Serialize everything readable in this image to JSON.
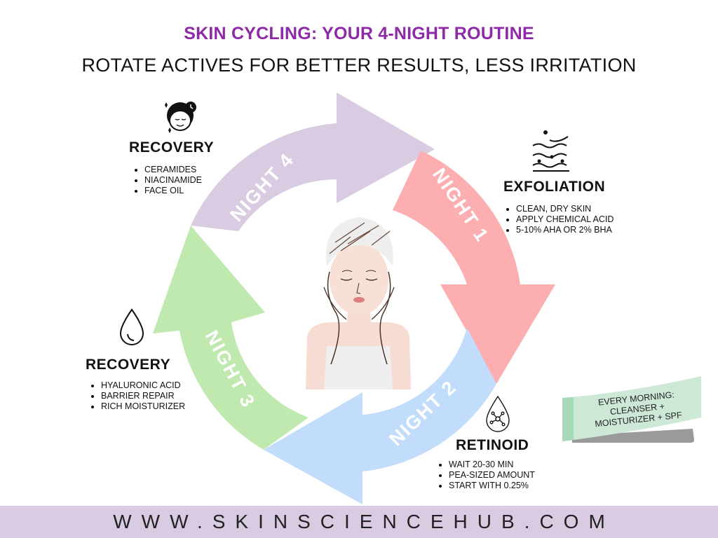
{
  "header": {
    "title": "SKIN CYCLING: YOUR 4-NIGHT ROUTINE",
    "subtitle": "ROTATE ACTIVES FOR BETTER RESULTS, LESS IRRITATION"
  },
  "cycle": {
    "nights": [
      {
        "label": "NIGHT 1",
        "color": "#fcaeb0"
      },
      {
        "label": "NIGHT 2",
        "color": "#c2dcfc"
      },
      {
        "label": "NIGHT 3",
        "color": "#c0e9b0"
      },
      {
        "label": "NIGHT 4",
        "color": "#d9cbe2"
      }
    ]
  },
  "steps": {
    "night4": {
      "icon": "woman-sleeping-clock-icon",
      "heading": "RECOVERY",
      "bullets": [
        "CERAMIDES",
        "NIACINAMIDE",
        "FACE OIL"
      ]
    },
    "night1": {
      "icon": "skin-layers-exfoliation-icon",
      "heading": "EXFOLIATION",
      "bullets": [
        "CLEAN, DRY SKIN",
        "APPLY CHEMICAL ACID",
        "5-10% AHA OR 2% BHA"
      ]
    },
    "night3": {
      "icon": "water-drop-icon",
      "heading": "RECOVERY",
      "bullets": [
        "HYALURONIC ACID",
        "BARRIER REPAIR",
        "RICH MOISTURIZER"
      ]
    },
    "night2": {
      "icon": "molecule-drop-icon",
      "heading": "RETINOID",
      "bullets": [
        "WAIT 20-30 MIN",
        "PEA-SIZED AMOUNT",
        "START WITH 0.25%"
      ]
    }
  },
  "note": {
    "line1": "EVERY MORNING:",
    "line2": "CLEANSER +",
    "line3": "MOISTURIZER + SPF"
  },
  "footer": {
    "url": "WWW.SKINSCIENCEHUB.COM"
  }
}
